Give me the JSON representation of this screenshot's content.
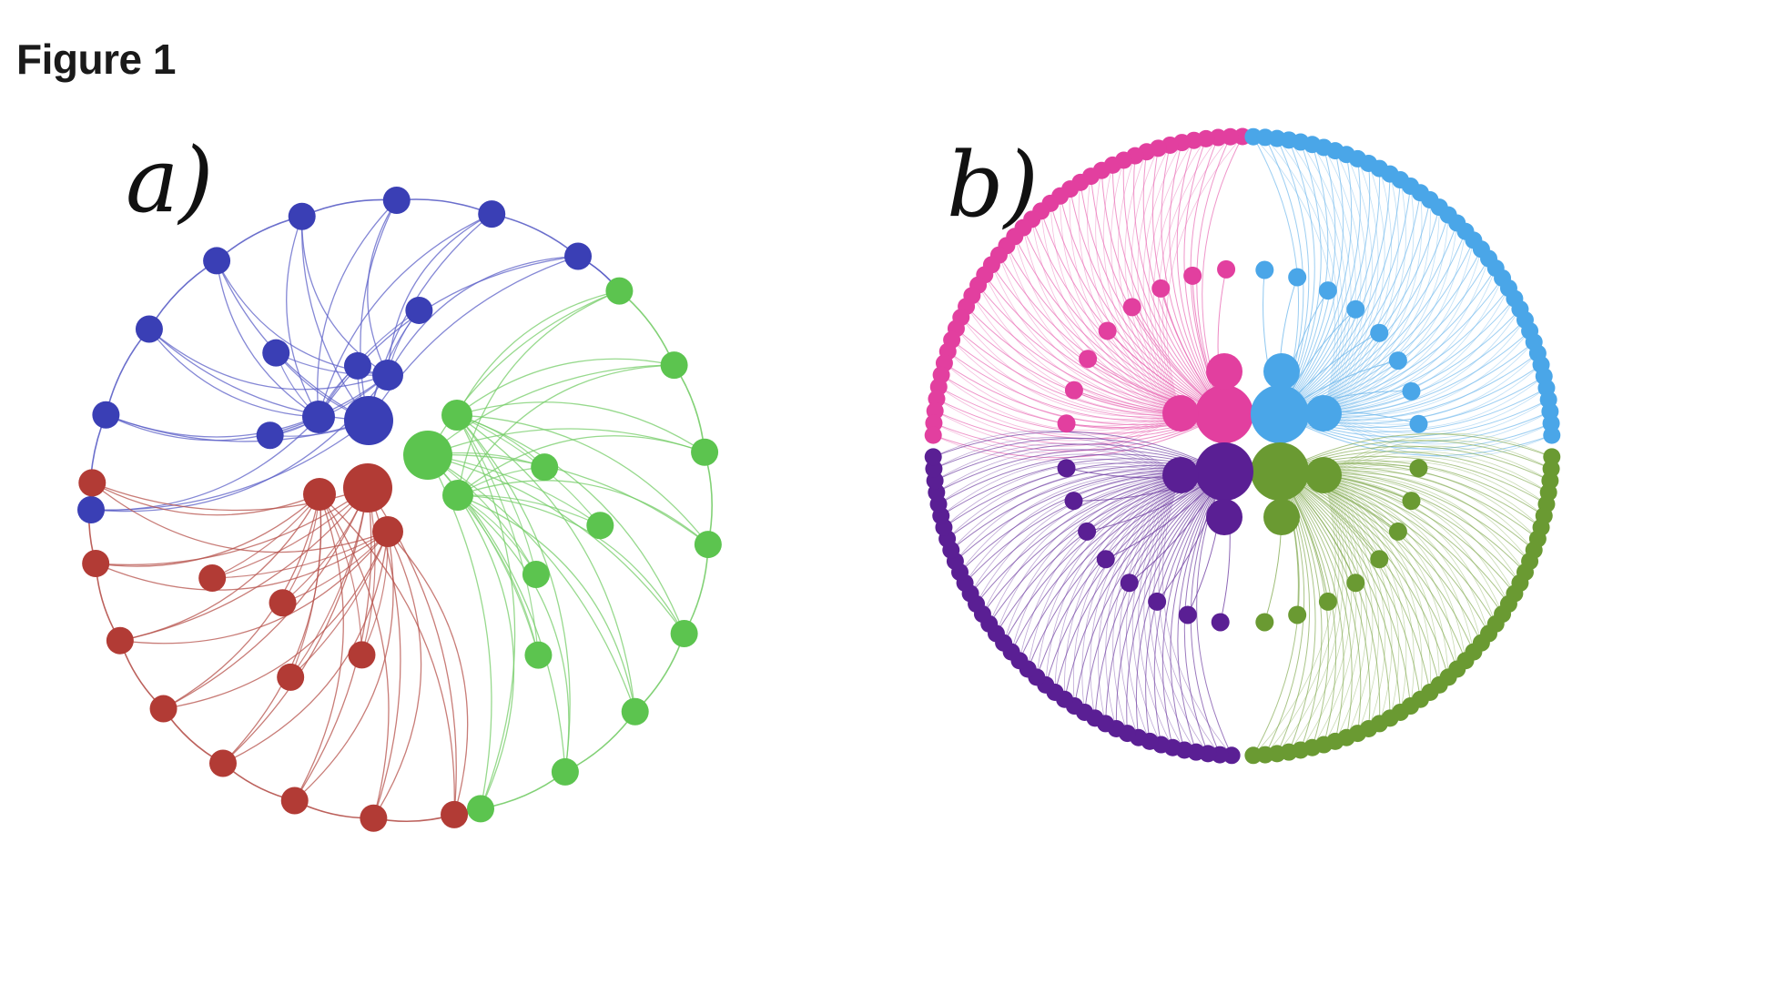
{
  "figure": {
    "title": "Figure 1"
  },
  "panels": {
    "a": {
      "label": "a)"
    },
    "b": {
      "label": "b)"
    }
  },
  "diagram": {
    "type": "circular-network",
    "panel_a": {
      "groups": [
        {
          "name": "blue-group",
          "color": "#3a3fb5",
          "edge_color": "#5b5fc7"
        },
        {
          "name": "green-group",
          "color": "#5cc44f",
          "edge_color": "#74cc67"
        },
        {
          "name": "red-group",
          "color": "#b23b35",
          "edge_color": "#b5504a"
        }
      ],
      "outer_nodes_per_group": 8,
      "inner_nodes_per_group": 4
    },
    "panel_b": {
      "groups": [
        {
          "name": "pink-group",
          "color": "#e23f9f",
          "edge_color": "#e86ab4"
        },
        {
          "name": "lightblue-group",
          "color": "#4aa6e8",
          "edge_color": "#72b9ec"
        },
        {
          "name": "olive-group",
          "color": "#6a9a32",
          "edge_color": "#86ad55"
        },
        {
          "name": "purple-group",
          "color": "#5a1f94",
          "edge_color": "#7040a3"
        }
      ],
      "outer_nodes_per_group": 40,
      "inner_nodes_per_group": 8
    }
  }
}
